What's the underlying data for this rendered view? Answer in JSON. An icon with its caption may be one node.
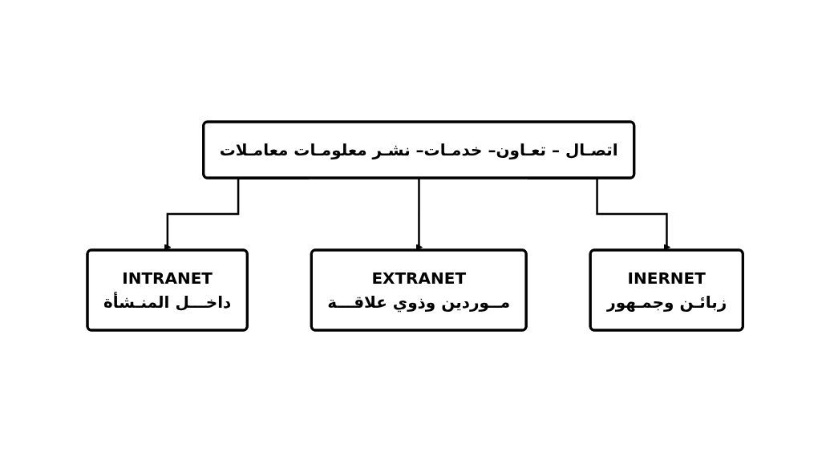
{
  "diagram": {
    "nodes": [
      {
        "text": [
          "اتصـال – تعـاون– خدمـات– نشـر معلومـات معامـلات"
        ]
      },
      {
        "text": [
          "INTRANET",
          "داخـــل المنـشأة"
        ]
      },
      {
        "text": [
          "EXTRANET",
          "مــوردين وذوي علاقـــة"
        ]
      },
      {
        "text": [
          "INERNET",
          "زبائـن وجمـهور"
        ]
      }
    ],
    "edges": [
      {
        "from": 0,
        "to": 1,
        "arrow": "to"
      },
      {
        "from": 0,
        "to": 2,
        "arrow": "to"
      },
      {
        "from": 0,
        "to": 3,
        "arrow": "to"
      }
    ]
  }
}
